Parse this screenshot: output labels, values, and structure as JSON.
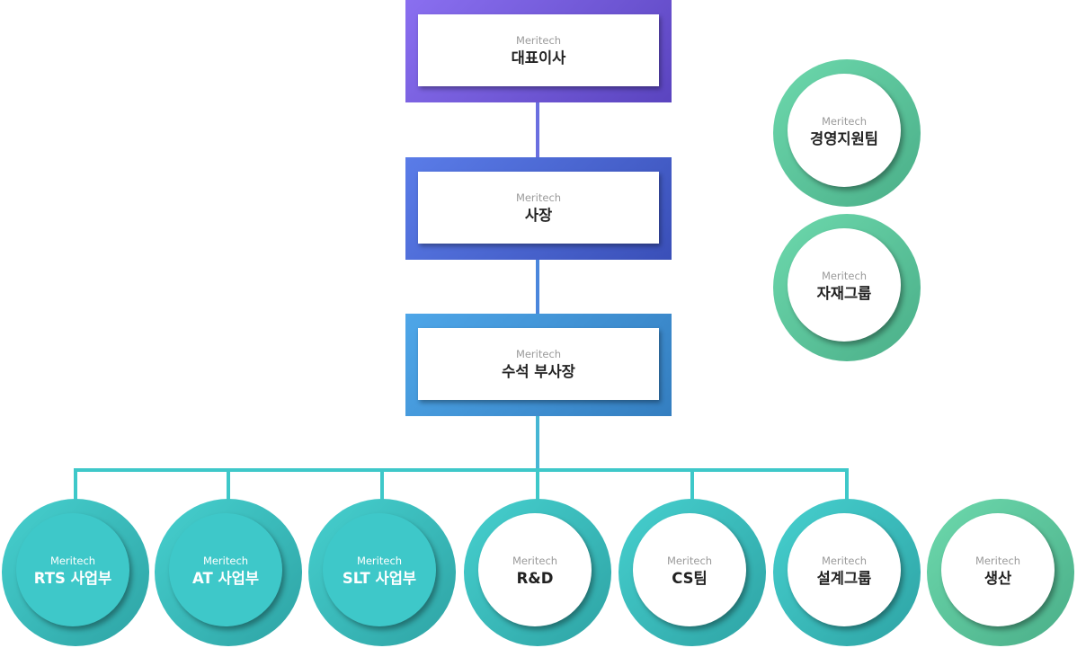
{
  "brand": "Meritech",
  "colors": {
    "purple": "#7f63e6",
    "blue": "#4f6fdc",
    "sky": "#4aa0e0",
    "teal": "#3ec8c9",
    "green": "#5fcf9f"
  },
  "ceo": {
    "brand": "Meritech",
    "label": "대표이사"
  },
  "president": {
    "brand": "Meritech",
    "label": "사장"
  },
  "svp": {
    "brand": "Meritech",
    "label": "수석 부사장"
  },
  "side_units": [
    {
      "brand": "Meritech",
      "label": "경영지원팀"
    },
    {
      "brand": "Meritech",
      "label": "자재그룹"
    }
  ],
  "departments": [
    {
      "brand": "Meritech",
      "label": "RTS 사업부"
    },
    {
      "brand": "Meritech",
      "label": "AT 사업부"
    },
    {
      "brand": "Meritech",
      "label": "SLT 사업부"
    },
    {
      "brand": "Meritech",
      "label": "R&D"
    },
    {
      "brand": "Meritech",
      "label": "CS팀"
    },
    {
      "brand": "Meritech",
      "label": "설계그룹"
    },
    {
      "brand": "Meritech",
      "label": "생산"
    }
  ]
}
